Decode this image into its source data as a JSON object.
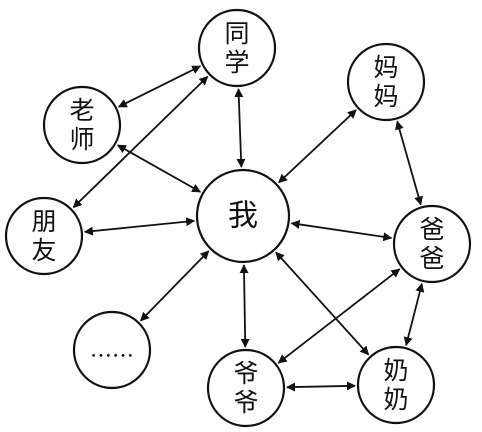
{
  "diagram": {
    "nodes": {
      "me": {
        "lines": [
          "我"
        ]
      },
      "classmate": {
        "lines": [
          "同",
          "学"
        ]
      },
      "teacher": {
        "lines": [
          "老",
          "师"
        ]
      },
      "friend": {
        "lines": [
          "朋",
          "友"
        ]
      },
      "ellipsis": {
        "lines": [
          "……"
        ]
      },
      "grandpa": {
        "lines": [
          "爷",
          "爷"
        ]
      },
      "grandma": {
        "lines": [
          "奶",
          "奶"
        ]
      },
      "dad": {
        "lines": [
          "爸",
          "爸"
        ]
      },
      "mom": {
        "lines": [
          "妈",
          "妈"
        ]
      }
    },
    "edges": [
      {
        "from": "teacher",
        "to": "me",
        "arrows": "both"
      },
      {
        "from": "classmate",
        "to": "me",
        "arrows": "both"
      },
      {
        "from": "mom",
        "to": "me",
        "arrows": "both"
      },
      {
        "from": "friend",
        "to": "me",
        "arrows": "both"
      },
      {
        "from": "dad",
        "to": "me",
        "arrows": "both"
      },
      {
        "from": "ellipsis",
        "to": "me",
        "arrows": "both"
      },
      {
        "from": "grandpa",
        "to": "me",
        "arrows": "both"
      },
      {
        "from": "grandma",
        "to": "me",
        "arrows": "both"
      },
      {
        "from": "teacher",
        "to": "classmate",
        "arrows": "both"
      },
      {
        "from": "friend",
        "to": "classmate",
        "arrows": "both"
      },
      {
        "from": "mom",
        "to": "dad",
        "arrows": "both"
      },
      {
        "from": "dad",
        "to": "grandma",
        "arrows": "both"
      },
      {
        "from": "dad",
        "to": "grandpa",
        "arrows": "both"
      },
      {
        "from": "grandpa",
        "to": "grandma",
        "arrows": "both"
      }
    ]
  }
}
